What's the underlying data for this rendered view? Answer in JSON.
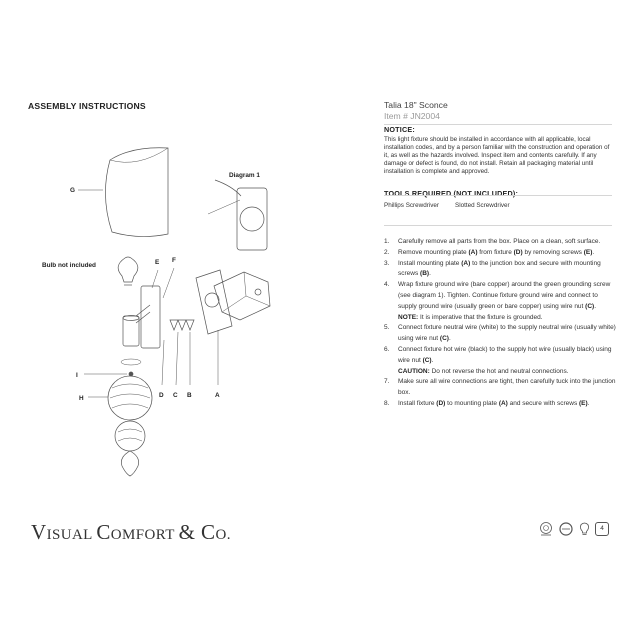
{
  "page": {
    "title": "ASSEMBLY INSTRUCTIONS",
    "page_number": "4"
  },
  "product": {
    "name": "Talia 18\" Sconce",
    "item": "Item # JN2004"
  },
  "notice": {
    "heading": "NOTICE:",
    "body": "This light fixture should be installed in accordance with all applicable, local installation codes, and by a person familiar with the construction and operation of it, as well as the hazards involved. Inspect item and contents carefully. If any damage or defect is found, do not install. Retain all packaging material until installation is complete and approved."
  },
  "tools": {
    "heading": "TOOLS REQUIRED (NOT INCLUDED):",
    "items": [
      "Phillips Screwdriver",
      "Slotted Screwdriver"
    ]
  },
  "steps": [
    {
      "num": "1.",
      "text": "Carefully remove all parts from the box. Place on a clean, soft surface."
    },
    {
      "num": "2.",
      "t1": "Remove mounting plate ",
      "b1": "(A)",
      "t2": " from fixture ",
      "b2": "(D)",
      "t3": " by removing screws ",
      "b3": "(E)",
      "t4": "."
    },
    {
      "num": "3.",
      "t1": "Install mounting plate ",
      "b1": "(A)",
      "t2": " to the junction box and secure with mounting screws ",
      "b2": "(B)",
      "t3": "."
    },
    {
      "num": "4.",
      "t1": "Wrap fixture ground wire (bare copper) around the green grounding screw (see diagram 1). Tighten. Continue fixture ground wire and connect to supply ground wire (usually green or bare copper) using wire nut ",
      "b1": "(C)",
      "t2": "."
    },
    {
      "num": "5.",
      "t1": "Connect fixture neutral wire (white) to the supply neutral wire (usually white) using wire nut ",
      "b1": "(C)",
      "t2": "."
    },
    {
      "num": "6.",
      "t1": "Connect fixture hot wire (black) to the supply hot wire (usually black) using wire nut ",
      "b1": "(C)",
      "t2": "."
    },
    {
      "num": "7.",
      "text": "Make sure all wire connections are tight, then carefully tuck into the junction box."
    },
    {
      "num": "8.",
      "t1": "Install fixture ",
      "b1": "(D)",
      "t2": " to mounting plate ",
      "b2": "(A)",
      "t3": " and secure with screws ",
      "b3": "(E)",
      "t4": "."
    }
  ],
  "notes": {
    "note_label": "NOTE:",
    "note_text": " It is imperative that the fixture is grounded.",
    "caution_label": "CAUTION:",
    "caution_text": " Do not reverse the hot and neutral connections."
  },
  "diagram": {
    "diagram1_label": "Diagram 1",
    "bulb_label": "Bulb not included",
    "parts": {
      "A": "A",
      "B": "B",
      "C": "C",
      "D": "D",
      "E": "E",
      "F": "F",
      "G": "G",
      "H": "H",
      "I": "I"
    }
  },
  "brand": {
    "v": "V",
    "isual": "ISUAL ",
    "c": "C",
    "omfort": "OMFORT ",
    "amp": "& ",
    "c2": "C",
    "o": "O."
  },
  "colors": {
    "text": "#2a2a2a",
    "line_art": "#555555",
    "muted": "#9a9a9a"
  }
}
